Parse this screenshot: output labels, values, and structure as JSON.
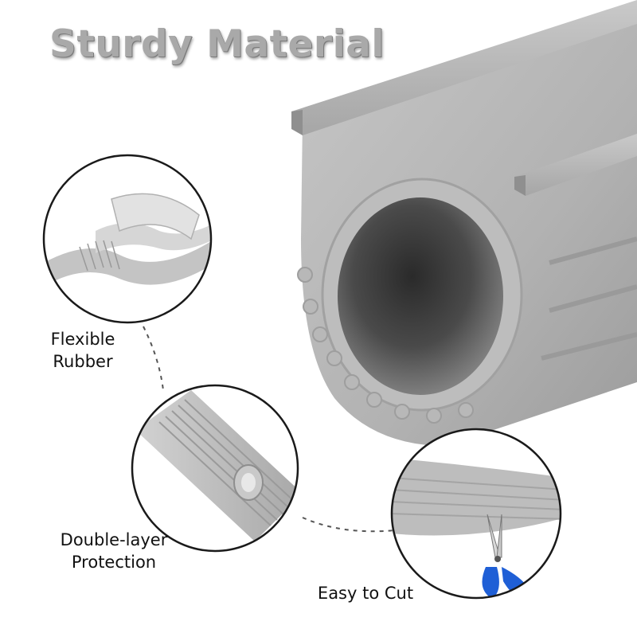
{
  "title": "Sturdy Material",
  "features": {
    "flexible": {
      "line1": "Flexible",
      "line2": "Rubber"
    },
    "double_layer": {
      "line1": "Double-layer",
      "line2": "Protection"
    },
    "easy_cut": {
      "label": "Easy to Cut"
    }
  },
  "colors": {
    "rubber": "#b5b5b5",
    "rubber_light": "#cfcfcf",
    "rubber_dark": "#8e8e8e",
    "scissor_handle": "#1f5fd6",
    "title": "#a9a9a9"
  }
}
